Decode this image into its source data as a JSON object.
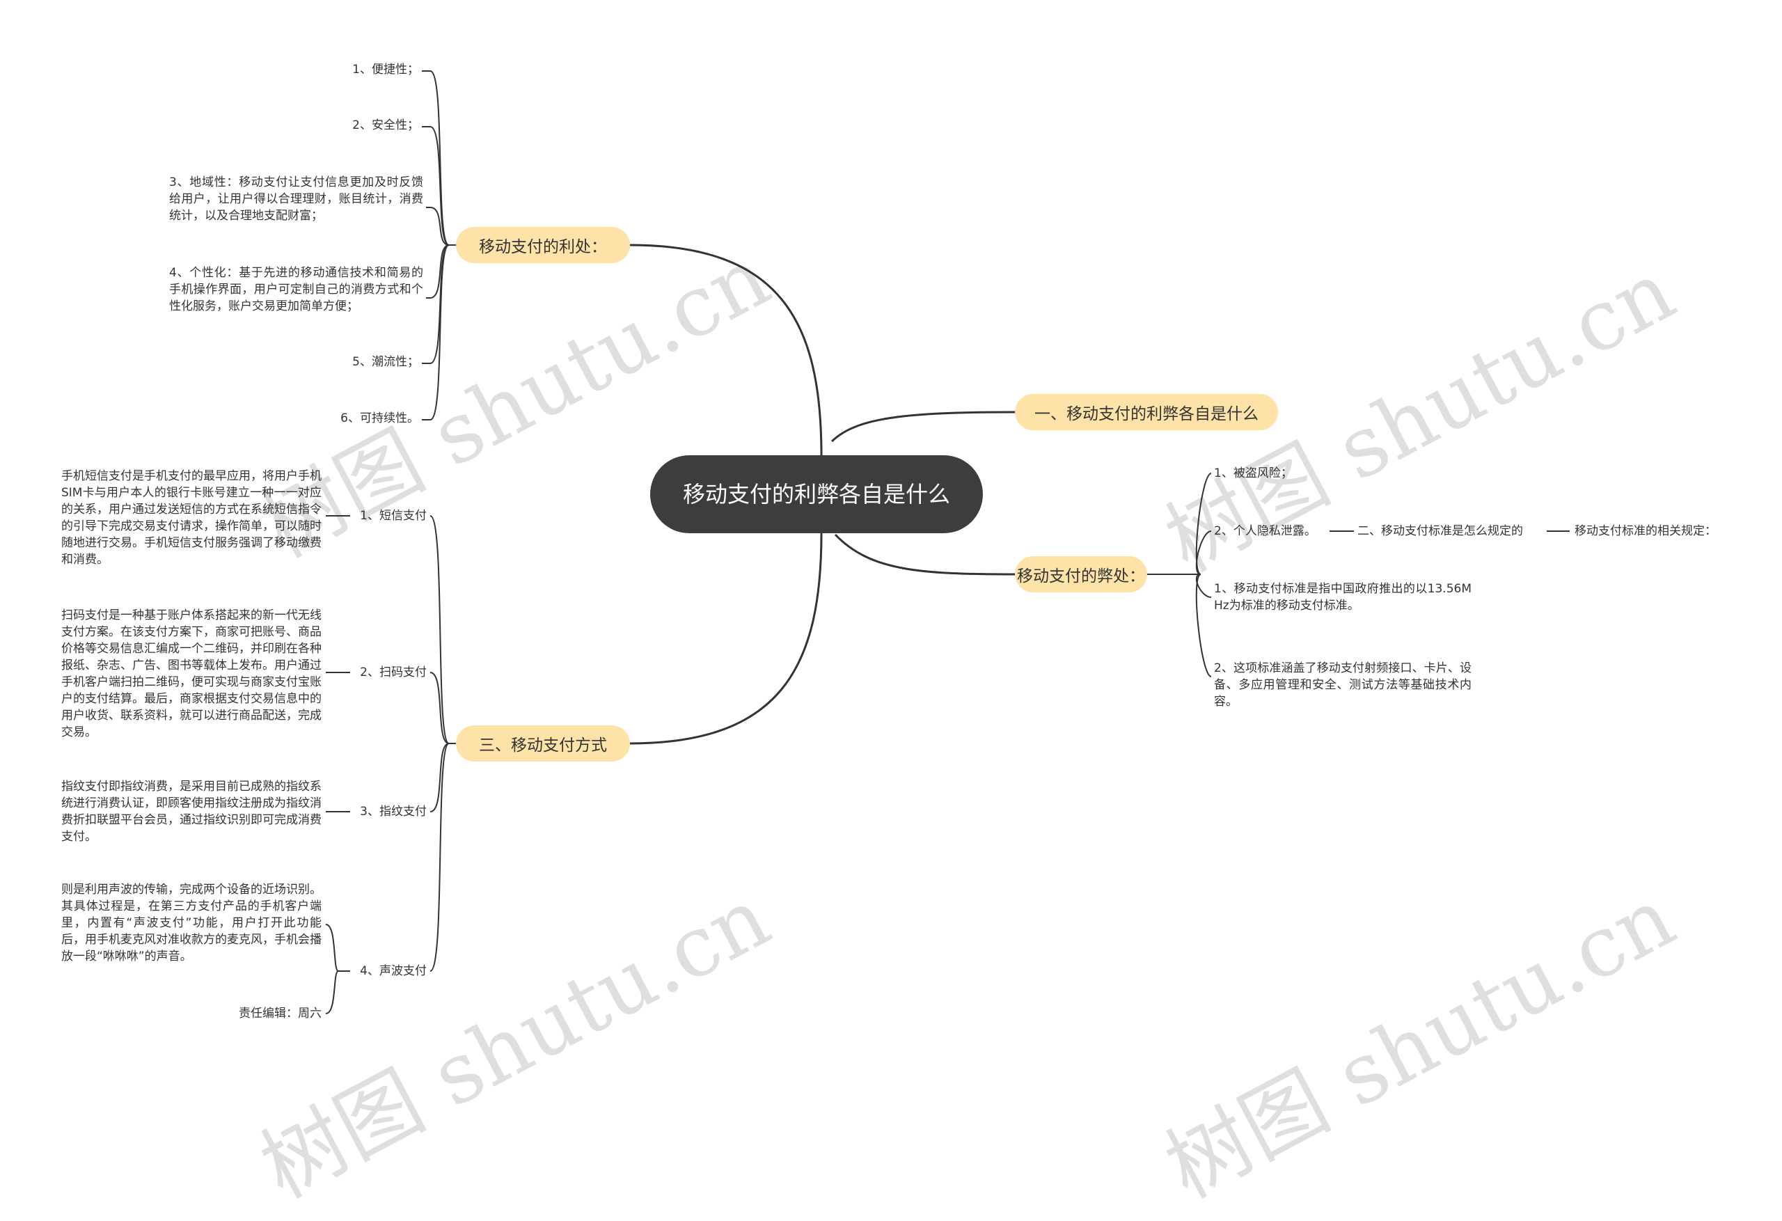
{
  "root": {
    "title": "移动支付的利弊各自是什么"
  },
  "branches": {
    "advantages": {
      "label": "移动支付的利处：",
      "items": [
        "1、便捷性；",
        "2、安全性；",
        "3、地域性：移动支付让支付信息更加及时反馈给用户，让用户得以合理理财，账目统计，消费统计，以及合理地支配财富；",
        "4、个性化：基于先进的移动通信技术和简易的手机操作界面，用户可定制自己的消费方式和个性化服务，账户交易更加简单方便；",
        "5、潮流性；",
        "6、可持续性。"
      ]
    },
    "intro": {
      "label": "一、移动支付的利弊各自是什么"
    },
    "disadvantages": {
      "label": "移动支付的弊处：",
      "items": [
        "1、被盗风险；",
        "2、个人隐私泄露。"
      ],
      "standard": {
        "label": "二、移动支付标准是怎么规定的",
        "sub": "移动支付标准的相关规定：",
        "points": [
          "1、移动支付标准是指中国政府推出的以13.56MHz为标准的移动支付标准。",
          "2、这项标准涵盖了移动支付射频接口、卡片、设备、多应用管理和安全、测试方法等基础技术内容。"
        ]
      }
    },
    "methods": {
      "label": "三、移动支付方式",
      "items": [
        {
          "label": "1、短信支付",
          "desc": "手机短信支付是手机支付的最早应用，将用户手机SIM卡与用户本人的银行卡账号建立一种一一对应的关系，用户通过发送短信的方式在系统短信指令的引导下完成交易支付请求，操作简单，可以随时随地进行交易。手机短信支付服务强调了移动缴费和消费。"
        },
        {
          "label": "2、扫码支付",
          "desc": "扫码支付是一种基于账户体系搭起来的新一代无线支付方案。在该支付方案下，商家可把账号、商品价格等交易信息汇编成一个二维码，并印刷在各种报纸、杂志、广告、图书等载体上发布。用户通过手机客户端扫拍二维码，便可实现与商家支付宝账户的支付结算。最后，商家根据支付交易信息中的用户收货、联系资料，就可以进行商品配送，完成交易。"
        },
        {
          "label": "3、指纹支付",
          "desc": "指纹支付即指纹消费，是采用目前已成熟的指纹系统进行消费认证，即顾客使用指纹注册成为指纹消费折扣联盟平台会员，通过指纹识别即可完成消费支付。"
        },
        {
          "label": "4、声波支付",
          "desc": "则是利用声波的传输，完成两个设备的近场识别。其具体过程是，在第三方支付产品的手机客户端里，内置有“声波支付”功能，用户打开此功能后，用手机麦克风对准收款方的麦克风，手机会播放一段“咻咻咻”的声音。",
          "editor": "责任编辑：周六"
        }
      ]
    }
  },
  "watermark": "树图 shutu.cn",
  "colors": {
    "root_bg": "#3d3d3d",
    "branch_bg": "#fde3a7",
    "line": "#333333"
  }
}
